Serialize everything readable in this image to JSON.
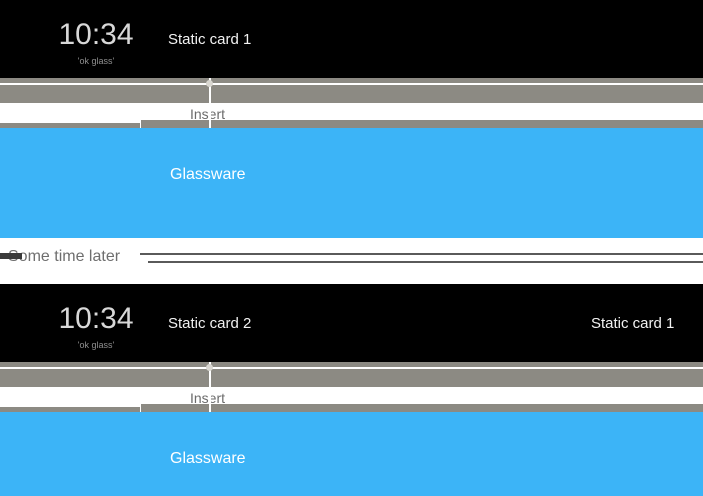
{
  "meta": {
    "accent_blue": "#3cb4f7",
    "bar_grey": "#8c8a83",
    "card_black": "#000000",
    "white": "#ffffff"
  },
  "scene_top": {
    "device": {
      "clock": "10:34",
      "voice_prompt": "'ok glass'",
      "cards": [
        {
          "label": "Static card 1"
        }
      ]
    },
    "insert": {
      "label": "Insert"
    },
    "glassware": {
      "label": "Glassware"
    }
  },
  "separator": {
    "label": "Some time later",
    "icon": "arrow-left-icon"
  },
  "scene_bottom": {
    "device": {
      "clock": "10:34",
      "voice_prompt": "'ok glass'",
      "cards": [
        {
          "label": "Static card 2"
        },
        {
          "label": "Static card 1"
        }
      ]
    },
    "insert": {
      "label": "Insert"
    },
    "glassware": {
      "label": "Glassware"
    }
  }
}
